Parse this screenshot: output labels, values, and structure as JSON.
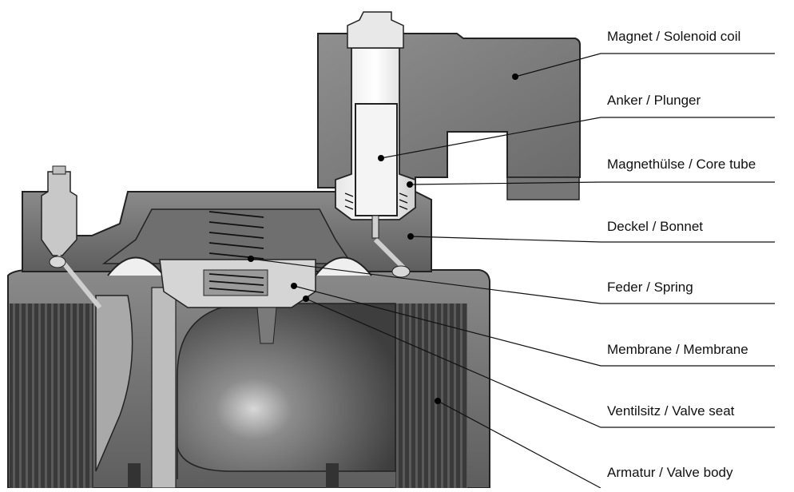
{
  "diagram": {
    "labels": [
      {
        "id": "coil",
        "text": "Magnet / Solenoid coil"
      },
      {
        "id": "plunger",
        "text": "Anker / Plunger"
      },
      {
        "id": "core-tube",
        "text": "Magnethülse / Core tube"
      },
      {
        "id": "bonnet",
        "text": "Deckel / Bonnet"
      },
      {
        "id": "spring",
        "text": "Feder / Spring"
      },
      {
        "id": "membrane",
        "text": "Membrane / Membrane"
      },
      {
        "id": "valve-seat",
        "text": "Ventilsitz / Valve seat"
      },
      {
        "id": "valve-body",
        "text": "Armatur / Valve body"
      }
    ]
  }
}
